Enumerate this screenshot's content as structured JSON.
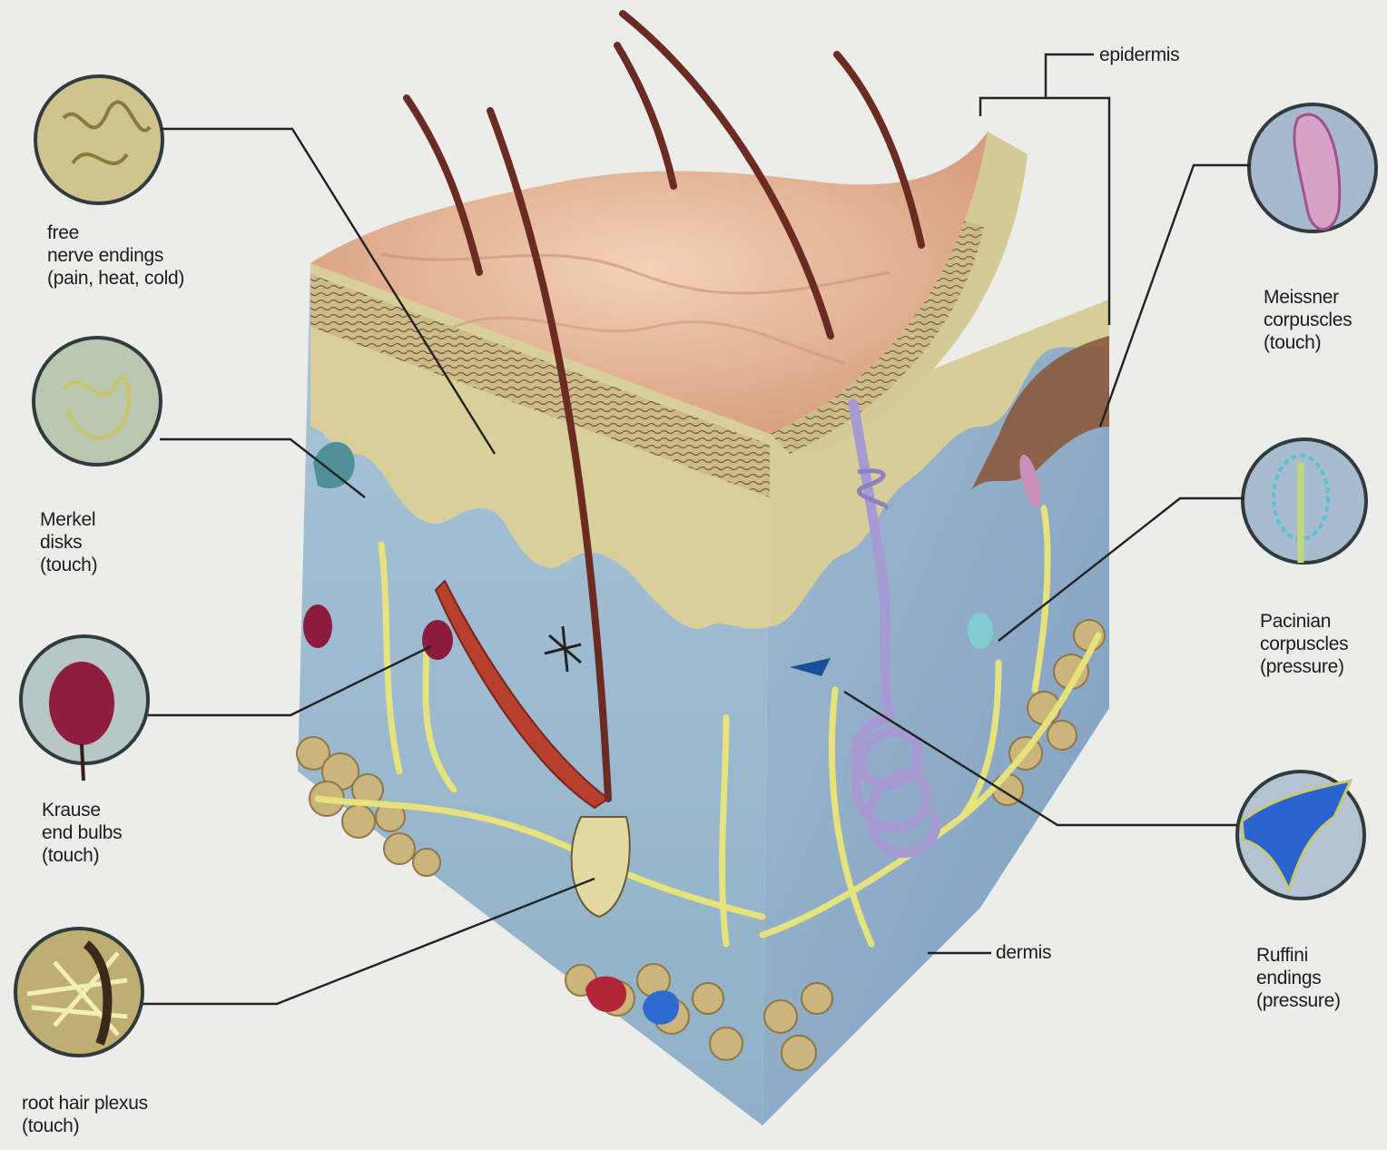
{
  "layer_labels": {
    "epidermis": "epidermis",
    "dermis": "dermis"
  },
  "receptors": [
    {
      "id": "free-nerve-endings",
      "lines": [
        "free",
        "nerve endings",
        "(pain, heat, cold)"
      ]
    },
    {
      "id": "merkel-disks",
      "lines": [
        "Merkel",
        "disks",
        "(touch)"
      ]
    },
    {
      "id": "krause-end-bulbs",
      "lines": [
        "Krause",
        "end bulbs",
        "(touch)"
      ]
    },
    {
      "id": "root-hair-plexus",
      "lines": [
        "root hair plexus",
        "(touch)"
      ]
    },
    {
      "id": "meissner-corpuscles",
      "lines": [
        "Meissner",
        "corpuscles",
        "(touch)"
      ]
    },
    {
      "id": "pacinian-corpuscles",
      "lines": [
        "Pacinian",
        "corpuscles",
        "(pressure)"
      ]
    },
    {
      "id": "ruffini-endings",
      "lines": [
        "Ruffini",
        "endings",
        "(pressure)"
      ]
    }
  ],
  "colors": {
    "epidermis": "#d9cf9a",
    "dermis": "#9fb8cc",
    "skin_surface": "#e8bfa0",
    "hair": "#6b2a22",
    "nerve": "#e4e07a",
    "fat": "#c9b47c"
  }
}
